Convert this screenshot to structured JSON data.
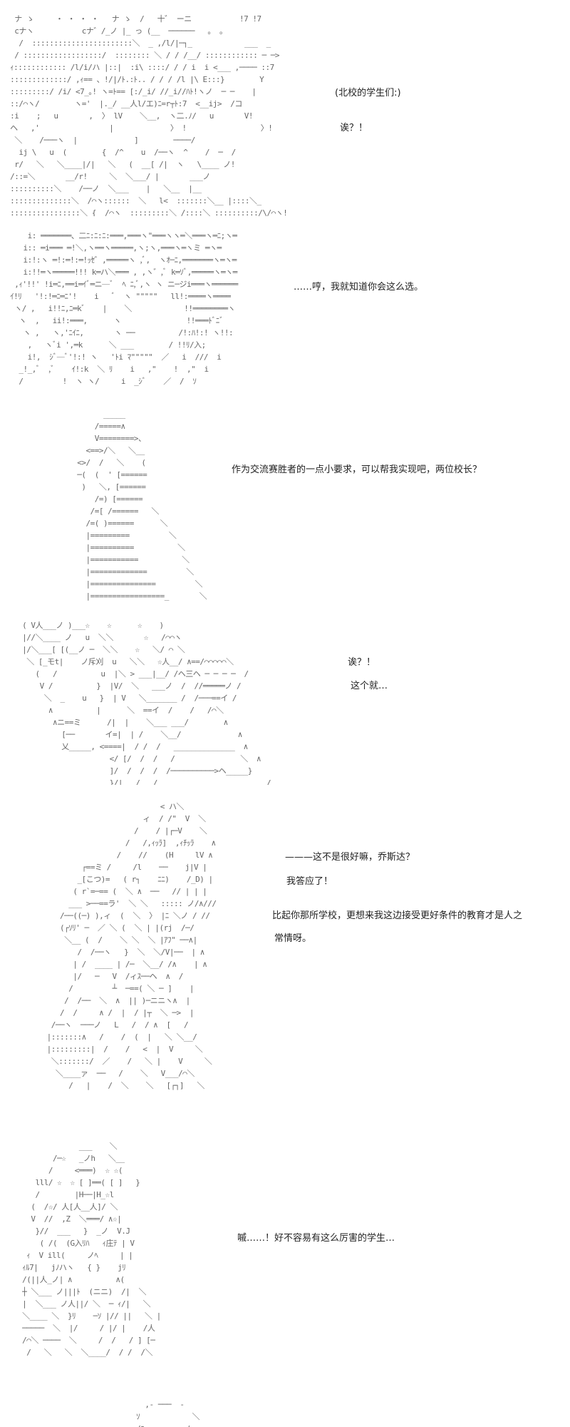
{
  "panels": [
    {
      "art": "  ナ ゝ     ・ ・ ・ ・   ナ ゝ  /   十゛ ーニ           !7 !7\n  cナヽ           cナ゛/_ノ |_ っ (__  ──────   。 。\n   /  :::::::::::::::::::::::＼  _ ,/l/|─┐_            ___  _\n  / ::::::::::::::::::/  :::::::: ＼ / / /__/ :::::::::::: ─ ─>\n ｨ:::::::::::: /l/i/ハ |::|  :i\\ ::::/ / / i  i <___ ,──── ::7\n :::::::::::::/ ,ｨ== 、!/|/ﾄ.:ﾄ.. / / / /l |\\ E:::}        Y\n :::::::::/ /i/ <7_｡! ヽ=ﾄ== [:/_i/ //_i//ﾊﾄ!ヽノ  ─ ─    |\n ::/⌒ヽ/        ヽ='  |._/ __人l/エ)ﾆ=r┬ﾄ:7  <__ij>  /コ\n :i    ;   u       ,  〉 lV    ＼__,  ヽ二.ﾉ/   u       V!\n ヘ   ,'                |             〉 !                 〉!\n  ＼    /───ヽ  |             ]        ────/\n   ij \\   u  (        {  /^    u  /──ヽ  ^    /  ─  /\n  r/   ＼   ＼____|/|   ＼   (  __[ /|  ヽ   \\____ ノ!\n /::=＼       __/r!     ＼  ＼___/ |       ___ノ\n ::::::::::＼    /──ノ  ＼___    |   ＼__  |__\n ::::::::::::::＼  /⌒ヽ::::::  ＼   l<  :::::::＼__ |::::＼_\n ::::::::::::::::＼ {__/⌒ヽ  :::::::::＼_/::::＼_::::::::::/\\/⌒ヽ!",
      "lines": [
        "(北校的学生们:)",
        "诶？！"
      ]
    },
    {
      "art": "     i: ═══════、二ﾆ:ﾆ:ﾆ:═══,═══ヽ\"═══ヽヽ═＼═══ヽ═ﾆ;ヽ═\n    i:: ═i═══ ═!＼,ヽ══ヽ═════,ヽ;ヽ,═══ヽ═ヽミ ═ヽ═\n    i:!:ヽ ═!:═!:═!ｯｾ゛,═════ヽ ,ﾞ,  ヽｵ─ﾆ,═══════ヽ═ヽ═\n    i:!!═ヽ═════!!! k═ハ＼═══ , ,ヽ゛,ﾞ k═ｿﾞ,═════ヽ═ヽ═\n  ,ｨ'!!' !i═ﾆ,══i═ｲﾞ═ニ─ﾞ  ﾍ ﾆ,ﾞ,ヽ ヽ ニ─ジi═══ヽ══════\n ｲ!ﾘ   '!:!═ﾆ═ﾆ'!    i   ﾞ  ヽ \"\"\"\"\"   ll!:════ヽ════\n  ヽ/ ,   i!!ﾆ,ﾆ═kﾞ    |    ＼            !!════════ヽ\n   ヽ  ,   ii!:═══,      ヽ               !!═══ﾄﾞﾆﾞ\n    ヽ ,   ヽ,'ﾆｲﾆ,       ヽ ──          /!:ﾊ!:! ヽ!!:\n     ,   ヽﾞi ',═k      ＼ ___        / !!ﾘ/入;\n     i!,  ｼﾞ─ﾞ'!:! ヽ   'ﾄi ﾏ\"\"\"\"\"  ／   i  ///  i\n   _!_,ﾞ  ,ﾞ    ｲ!:k  ＼ ﾘ    i   ,\"    !  ,\"  i\n   /         !  ヽ ヽ/     i  _ｼﾞ    ／  /  ｿ\n  ,r゛_     il,,      ﾉ    i!:,ｲ\"   //  ノ",
      "lines": [
        "……哼，我就知道你会这么选。"
      ]
    },
    {
      "art": "        _____\n      /=====∧\n      V========>、\n    <==>/＼   ＼__\n  <>/  /   ＼    (\n  ─(  (  ' [======\n   )   ＼, [======\n      /=) [======\n     /=[ /======   ＼\n    /=( )======      ＼\n    |=========         ＼\n    |==========          ＼\n    |===========          ＼\n    |=============         ＼\n    |===============         ＼\n    |=================_       ＼",
      "lines": [
        "作为交流赛胜者的一点小要求，可以帮我实现吧，两位校长？"
      ]
    },
    {
      "art": " ( V人___ノ )___☆    ☆      ☆    )\n |//＼____ ノ   u  ＼＼       ☆   /⌒⌒ヽ\n |/＼___[ [(__ノ ─  ＼＼    ☆   ＼/ ⌒ ＼\n  ＼ [_モt|    ノ斥刈  u   ＼＼   ☆人__/ ∧==/⌒⌒⌒⌒⌒＼\n    (   /          u  |＼ > ___|__/ /ヘ三ヘ ─ ─ ─ ─  /\n     V /          }  |V/  ＼   ___ノ  /  //═════ノ /\n      ＼  _    u   }  | V   ＼_______ /  /───==イ /\n       ∧          |      ＼  ==イ  /    /   /⌒＼\n        ∧ニ==ミ      /|  |    ＼___ ___/        ∧\n          [──       イ=|  | /    ＼__/             ∧\n          乂_____, <====|  / /  /   ______________  ∧\n                     </ [/  /  /   /               ＼  ∧\n                     ]/  /  /  /  /──────────>ヘ_____}\n                     }/|   /   /                         /",
      "lines": [
        "诶？！",
        "这个就…"
      ]
    },
    {
      "art": "                               < ハ＼\n                           ィ  / /\"  V  ＼\n                         /    / |┌─V    ＼\n                       /   /,ｨｯﾗ]  ,ｨﾁｯﾗ    ∧\n                     /    //    (H     lV ∧\n             ┌==ミ /     /l    ──    j|V |\n            _[こつ)=   ( r┐    ﾆﾆ)    /_D) |\n           ( r`=─== (  ＼ ∧  ──   // | | |\n          ___ >──==ラ'  ＼ ＼   ::::: ノ/∧///\n        /──((─) ),ィ  (  ＼  〉 |ﾆ ＼ノ / //\n        (┌ｿﾘ' ─  ／ ＼ (  ＼ | |(rj  /─/\n         ＼__ (  /    ＼ ＼  ＼ |ｱﾌ\" ──∧|\n            /  /──ヽ   }  ＼  ＼/V|──  | ∧\n           | /  ____ | /─  ＼__/ /∧    | ∧\n           |/   ─   V  /ィｽ──ヘ  ∧  /\n          /         ┴  ─==( ＼ ─ ]    |\n         /  /──  ＼  ∧  || )─ニニヽ∧  |\n        /  /     ∧ /  |  / |┬  ＼ ─>  |\n      /──ヽ  ───ノ   L   /  / ∧  [   /\n     |:::::::∧   /    /  (  |   ＼ ＼__/\n     |:::::::::|  /    /   <  |  V     ＼\n      ＼:::::::/  ／    /   ＼ |    V     ＼\n       ＼____ァ  ──   /    ＼   V___/⌒＼\n          /   |    /  ＼    ＼   [┌┐]   ＼",
      "lines": [
        "———这不是很好嘛，乔斯达？",
        "我答应了！",
        "比起你那所学校，更想来我这边接受更好条件的教育才是人之",
        "常情呀。"
      ]
    },
    {
      "art": "              ___    ＼\n        /─☆   _ノh   ＼__\n       /     <═══)  ☆ ☆(\n    lll/ ☆  ☆ [ ]══( [ ]   }\n    /        |H──|H_☆l\n   (  /☆/ 人[人__人]/ ＼\n   V  //  ,Z  ＼═══/ ∧☆|\n    }//  ___   }  _ノ  V.J\n     ( /(  (G入ﾘﾊ   ｨ庄ﾃ | V\n  ｨ  V ill(     ノﾍ     | |\n ｨﾙ7|   jﾉハヽ   { }    jﾘ\n /(||人_ノ| ∧          ∧(\n ┼ ＼___ ノ|||ﾄ  (ニニ)  /|  ＼\n |  ＼___ ノ人||/ ＼  ─ ｨ/|   ＼\n ＼____ ＼  }ﾘ    ─ｿ |// ||   ＼ |\n ─────  ＼  |/     / |/ |    /人\n /⌒＼ ────  ＼     /  /   / ] [─\n  /   ＼   ＼  ＼____/  / /  /＼",
      "lines": [
        "嘁……！好不容易有这么厉害的学生…"
      ]
    },
    {
      "art": "   ,- ───  -\n ｿ            ＼\n /ﾆ>─ ─    _ノ\n |  ========"
    }
  ]
}
